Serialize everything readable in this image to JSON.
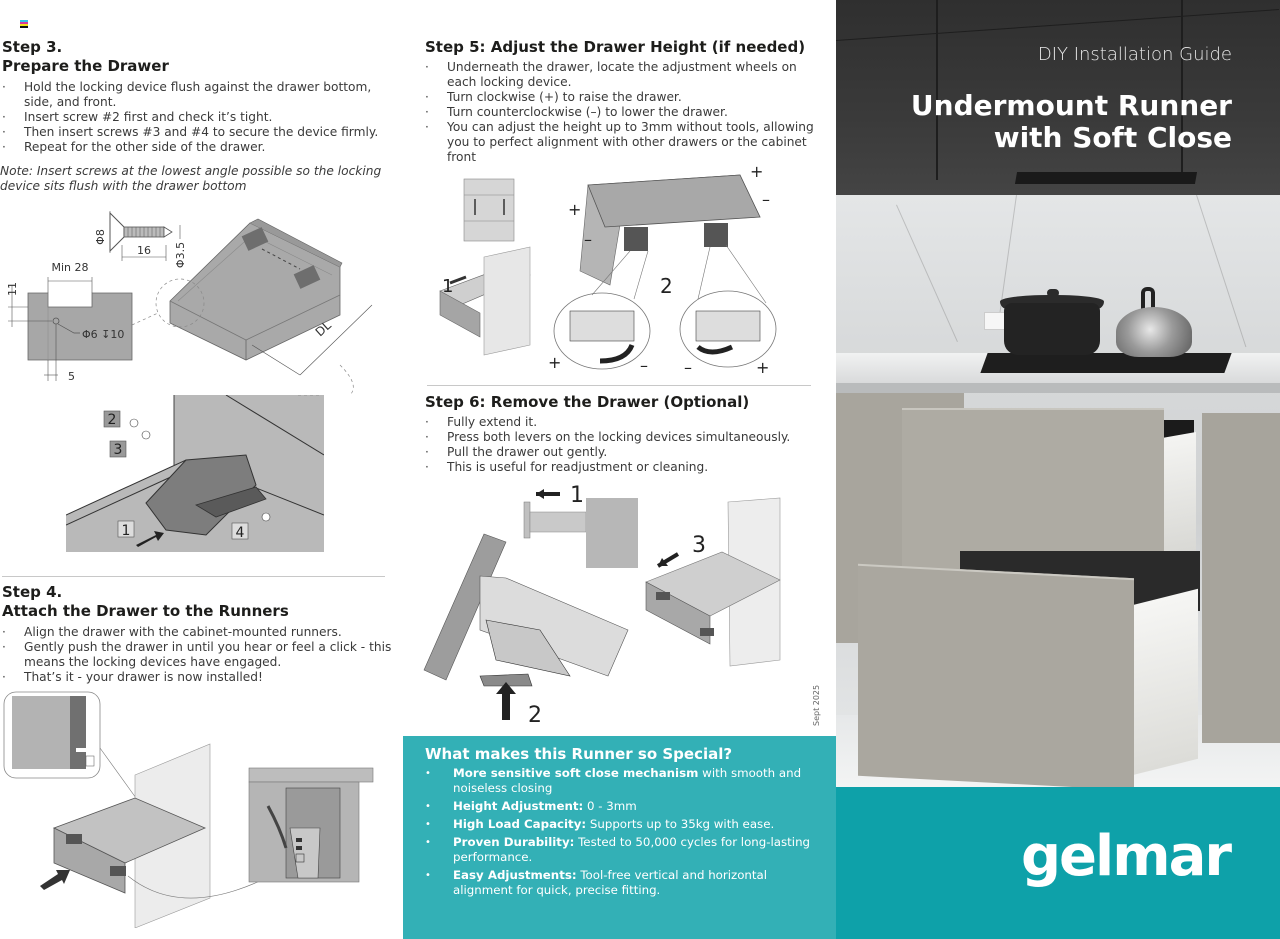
{
  "registration_mark_colors": [
    "#35c3e8",
    "#d83a9c",
    "#f4e21a",
    "#111111"
  ],
  "step3": {
    "title_line1": "Step 3.",
    "title_line2": "Prepare the Drawer",
    "bullets": [
      "Hold the locking device flush against the drawer bottom, side, and front.",
      "Insert screw #2 first and check it’s tight.",
      "Then insert screws #3 and #4 to secure the device firmly.",
      "Repeat for the other side of the drawer."
    ],
    "note": "Note: Insert screws at the lowest angle possible so the locking device sits flush with the drawer bottom",
    "diagram_labels": {
      "screw_head_dia": "Φ8",
      "screw_length": "16",
      "screw_shank_dia": "Φ3.5",
      "min_width": "Min 28",
      "height_offset": "11",
      "hole_spec": "Φ6 ↧10",
      "side_offset": "5",
      "drawer_length": "DL",
      "callouts": [
        "1",
        "2",
        "3",
        "4"
      ]
    }
  },
  "step4": {
    "title_line1": "Step 4.",
    "title_line2": "Attach the Drawer to the Runners",
    "bullets": [
      "Align the drawer with the cabinet-mounted runners.",
      "Gently push the drawer in until you hear or feel a click - this means the locking devices have engaged.",
      "That’s it - your drawer is now installed!"
    ]
  },
  "step5": {
    "title": "Step 5: Adjust the Drawer Height (if needed)",
    "bullets": [
      "Underneath the drawer, locate the adjustment wheels on each locking device.",
      "Turn clockwise (+) to raise the drawer.",
      "Turn counterclockwise (–) to lower the drawer.",
      "You can adjust the height up to 3mm without tools, allowing you to perfect alignment with other drawers or the cabinet front"
    ],
    "diagram_labels": {
      "step_1": "1",
      "step_2": "2",
      "plus": "+",
      "minus": "–"
    }
  },
  "step6": {
    "title": "Step 6: Remove the Drawer (Optional)",
    "bullets": [
      "Fully extend it.",
      "Press both levers on the locking devices simultaneously.",
      "Pull the drawer out gently.",
      "This is useful for readjustment or cleaning."
    ],
    "diagram_labels": {
      "step_1": "1",
      "step_2": "2",
      "step_3": "3"
    }
  },
  "date_stamp": "Sept 2025",
  "special": {
    "title": "What makes this Runner so Special?",
    "items": [
      {
        "bold": "More sensitive soft close mechanism",
        "text": " with smooth and noiseless closing"
      },
      {
        "bold": "Height Adjustment:",
        "text": " 0 - 3mm"
      },
      {
        "bold": "High Load Capacity:",
        "text": " Supports up to 35kg with ease."
      },
      {
        "bold": "Proven Durability:",
        "text": " Tested to 50,000 cycles for long-lasting performance."
      },
      {
        "bold": "Easy Adjustments:",
        "text": " Tool-free vertical and horizontal alignment for quick, precise fitting."
      }
    ],
    "background": "#33b0b6"
  },
  "cover": {
    "kicker": "DIY Installation Guide",
    "title_line1": "Undermount Runner",
    "title_line2": "with Soft Close",
    "brand": "gelmar",
    "brand_color": "#0ea1a9"
  }
}
